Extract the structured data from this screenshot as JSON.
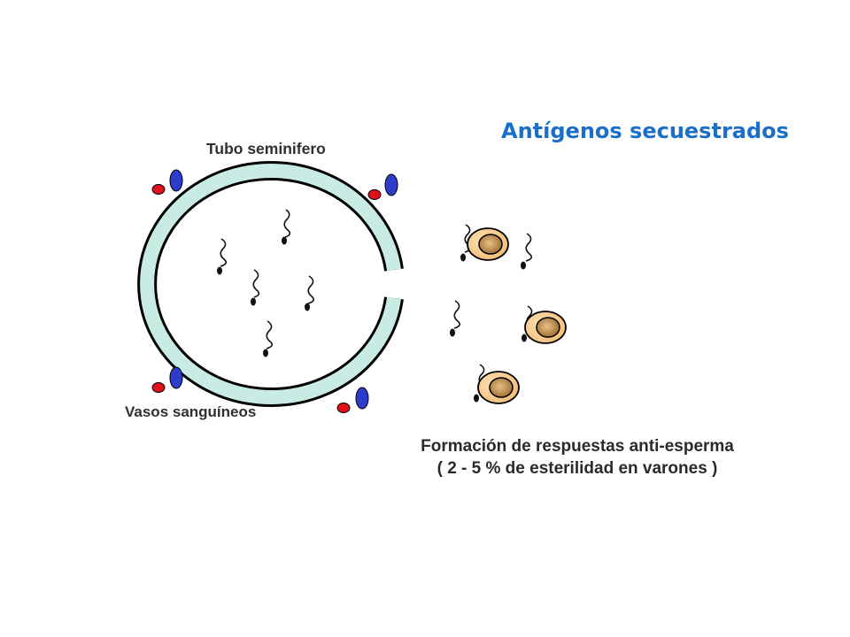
{
  "title": "Antígenos secuestrados",
  "labels": {
    "tubule": "Tubo seminifero",
    "vessels": "Vasos sanguíneos"
  },
  "response": {
    "line1": "Formación de respuestas anti-esperma",
    "line2": "( 2 - 5 % de esterilidad en varones )"
  },
  "colors": {
    "title": "#1a6fc8",
    "tubule_fill": "#c8ece4",
    "red_cell": "#e0101c",
    "blue_cell": "#2e3ccc",
    "immune_cell": "#f7c88c",
    "nucleus": "#b07d3c"
  }
}
